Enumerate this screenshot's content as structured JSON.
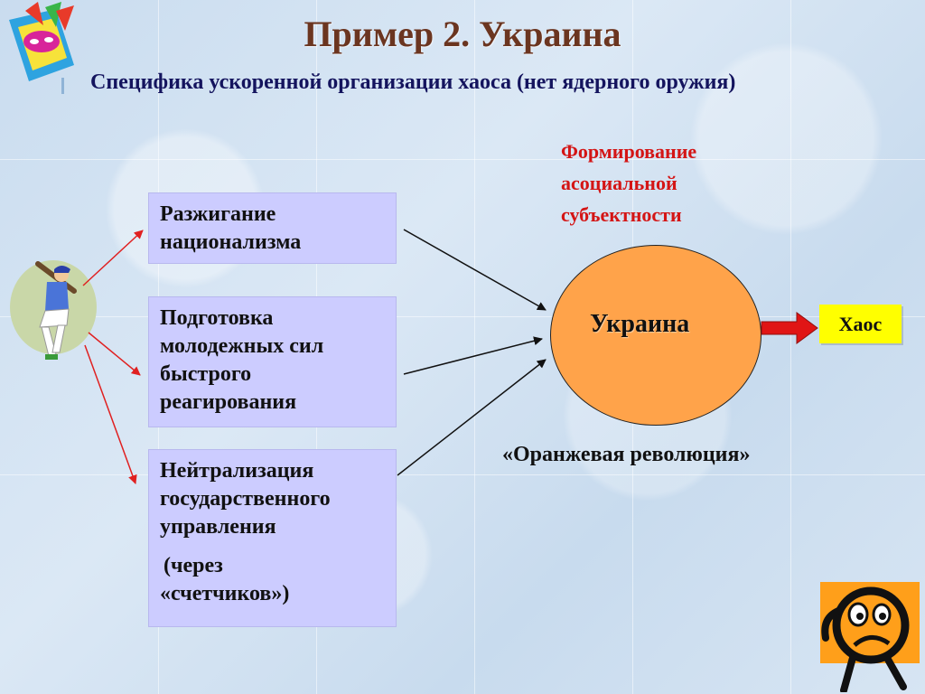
{
  "slide": {
    "title": "Пример 2. Украина",
    "subtitle": "Специфика ускоренной организации хаоса (нет ядерного оружия)"
  },
  "boxes": [
    {
      "lines": [
        "Разжигание",
        "национализма"
      ]
    },
    {
      "lines": [
        "Подготовка",
        "молодежных сил",
        "быстрого",
        "реагирования"
      ]
    },
    {
      "lines": [
        "Нейтрализация",
        "государственного",
        "управления"
      ],
      "extra": [
        "(через",
        "«счетчиков»)"
      ]
    }
  ],
  "formation_label": [
    "Формирование",
    "асоциальной",
    "субъектности"
  ],
  "center_node": "Украина",
  "result_node": "Хаос",
  "caption": "«Оранжевая революция»",
  "colors": {
    "box_fill": "#ccccff",
    "ellipse_fill": "#ffa34a",
    "red_arrow": "#e02020",
    "chaos_fill": "#ffff00",
    "title_color": "#6b3520",
    "formation_color": "#d41515"
  },
  "icons": [
    "carnival-mask-icon",
    "baseball-player-icon",
    "scared-face-icon"
  ]
}
